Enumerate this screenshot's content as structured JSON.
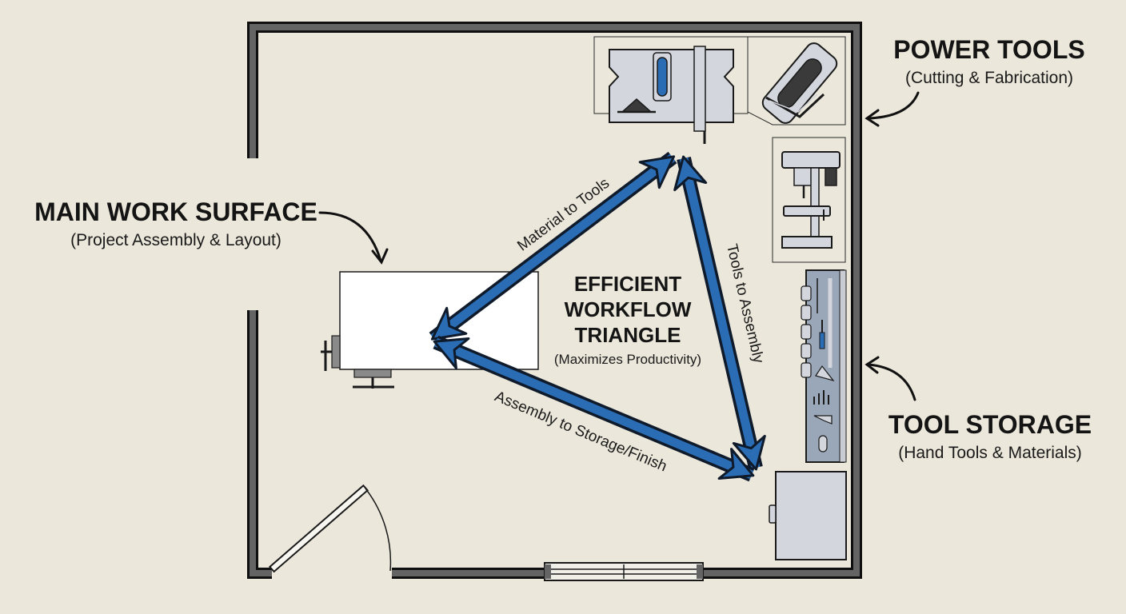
{
  "labels": {
    "power_tools": {
      "title": "POWER TOOLS",
      "subtitle": "(Cutting & Fabrication)"
    },
    "main_work_surface": {
      "title": "MAIN WORK SURFACE",
      "subtitle": "(Project Assembly & Layout)"
    },
    "tool_storage": {
      "title": "TOOL STORAGE",
      "subtitle": "(Hand Tools & Materials)"
    },
    "workflow": {
      "line1": "EFFICIENT",
      "line2": "WORKFLOW",
      "line3": "TRIANGLE",
      "subtitle": "(Maximizes Productivity)"
    }
  },
  "paths": {
    "material_to_tools": "Material to Tools",
    "tools_to_assembly": "Tools to Assembly",
    "assembly_to_storage": "Assembly to Storage/Finish"
  },
  "colors": {
    "background": "#ebe7da",
    "wall": "#5f5f5f",
    "arrow": "#2a6db5",
    "equipment": "#d3d6dc",
    "storage_panel": "#9aa7b8"
  },
  "icons": [
    "table-saw-icon",
    "band-saw-icon",
    "drill-press-icon",
    "bench-vise-icon",
    "pegboard-icon",
    "cabinet-icon",
    "door-icon",
    "window-icon"
  ]
}
